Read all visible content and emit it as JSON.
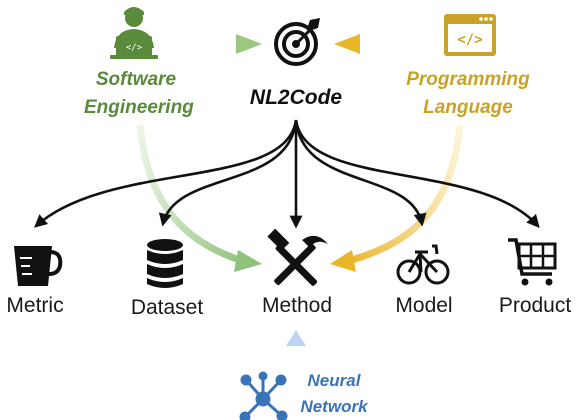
{
  "title": "NL2Code",
  "sources": {
    "software_engineering": {
      "line1": "Software",
      "line2": "Engineering"
    },
    "programming_language": {
      "line1": "Programming",
      "line2": "Language"
    },
    "neural_network": {
      "line1": "Neural",
      "line2": "Network"
    }
  },
  "targets": {
    "metric": "Metric",
    "dataset": "Dataset",
    "method": "Method",
    "model": "Model",
    "product": "Product"
  },
  "colors": {
    "software_engineering": "#5a8a3c",
    "programming_language": "#c9a227",
    "neural_network": "#3a74b8",
    "arrows": "#111111"
  },
  "icons": {
    "software_engineering": "developer-at-laptop-icon",
    "nl2code": "target-bullseye-icon",
    "programming_language": "code-window-icon",
    "metric": "measuring-cup-icon",
    "dataset": "database-icon",
    "method": "hammer-and-pick-icon",
    "model": "bicycle-icon",
    "product": "shopping-cart-icon",
    "neural_network": "network-nodes-icon"
  }
}
